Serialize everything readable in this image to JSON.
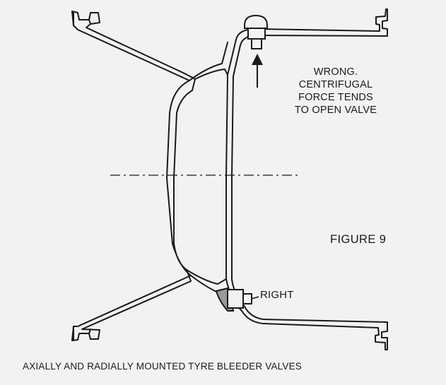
{
  "figure": {
    "label": "FIGURE 9",
    "caption": "AXIALLY AND RADIALLY MOUNTED TYRE BLEEDER VALVES"
  },
  "annotations": {
    "wrong": {
      "line1": "WRONG.",
      "line2": "CENTRIFUGAL",
      "line3": "FORCE TENDS",
      "line4": "TO OPEN VALVE"
    },
    "right": "RIGHT"
  },
  "colors": {
    "ink": "#1a1a1a",
    "paper": "#f2f2f2"
  }
}
